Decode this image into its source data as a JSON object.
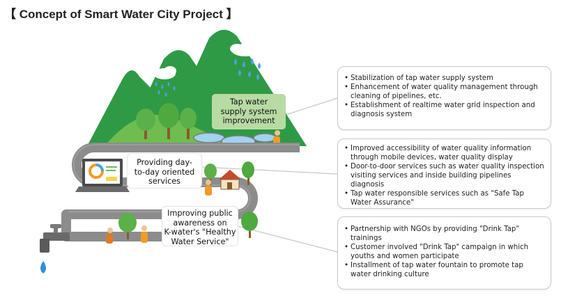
{
  "title": "【 Concept of Smart Water City Project 】",
  "stages": [
    {
      "label": "Tap water supply system improvement",
      "label_lines": [
        "Tap water",
        "supply system",
        "improvement"
      ],
      "bullets": [
        "Stabilization of tap water supply system",
        "Enhancement of water quality management through cleaning of pipelines, etc.",
        "Establishment of realtime water grid inspection and diagnosis system"
      ]
    },
    {
      "label": "Providing day-to-day oriented services",
      "label_lines": [
        "Providing day-",
        "to-day oriented",
        "services"
      ],
      "bullets": [
        "Improved accessibility of water quality information through mobile devices, water quality display",
        "Door-to-door services such as water quality inspection visiting services and inside building pipelines diagnosis",
        "Tap water responsible services such as \"Safe Tap Water Assurance\""
      ]
    },
    {
      "label": "Improving public awareness on K-water's \"Healthy Water Service\"",
      "label_lines": [
        "Improving public",
        "awareness on",
        "K-water's \"Healthy",
        "Water Service\""
      ],
      "bullets": [
        "Partnership with NGOs by providing \"Drink Tap\" trainings",
        "Customer involved \"Drink Tap\" campaign in which youths and women participate",
        "Installment of tap water fountain to promote tap water drinking culture"
      ]
    }
  ],
  "colors": {
    "pipe": "#8c8c8c",
    "pipe_highlight": "#a9a9a9",
    "mountain_dark": "#2f9a45",
    "mountain_light": "#6fbd4f",
    "label_green": "#b8dba4",
    "raindrop": "#4aa3e0",
    "water_drop": "#2f8fd8",
    "tree": "#5bb04a",
    "trunk": "#8b5a2b"
  },
  "icons": [
    "raindrop-icon",
    "tree-icon",
    "laptop-icon",
    "house-icon",
    "faucet-icon",
    "person-icon",
    "water-treatment-tank-icon"
  ]
}
